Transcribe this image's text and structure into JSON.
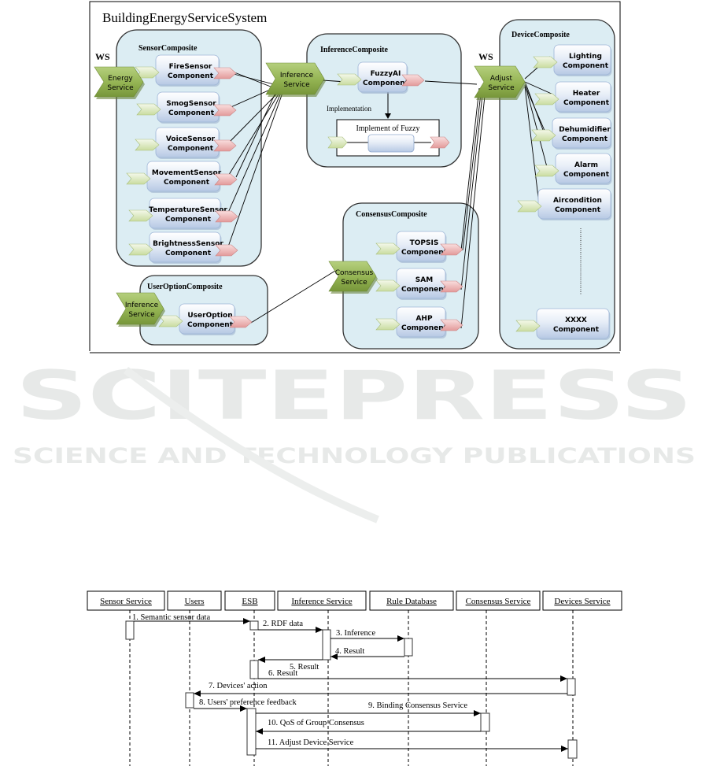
{
  "architecture": {
    "system_title": "BuildingEnergyServiceSystem",
    "ws_labels": [
      "WS",
      "WS"
    ],
    "services": {
      "energy": [
        "Energy",
        "Service"
      ],
      "inference": [
        "Inference",
        "Service"
      ],
      "adjust": [
        "Adjust",
        "Service"
      ],
      "consensus": [
        "Consensus",
        "Service"
      ],
      "user_inference": [
        "Inference",
        "Service"
      ]
    },
    "composites": {
      "sensor": {
        "title": "SensorComposite",
        "components": [
          [
            "FireSensor",
            "Component"
          ],
          [
            "SmogSensor",
            "Component"
          ],
          [
            "VoiceSensor",
            "Component"
          ],
          [
            "MovementSensor",
            "Component"
          ],
          [
            "TemperatureSensor",
            "Component"
          ],
          [
            "BrightnessSensor",
            "Component"
          ]
        ]
      },
      "inference": {
        "title": "InferenceComposite",
        "component": [
          "FuzzyAI",
          "Component"
        ],
        "implementation_label": "Implementation",
        "implement_box_title": "Implement of Fuzzy"
      },
      "consensus": {
        "title": "ConsensusComposite",
        "components": [
          [
            "TOPSIS",
            "Component"
          ],
          [
            "SAM",
            "Component"
          ],
          [
            "AHP",
            "Component"
          ]
        ]
      },
      "device": {
        "title": "DeviceComposite",
        "components": [
          [
            "Lighting",
            "Component"
          ],
          [
            "Heater",
            "Component"
          ],
          [
            "Dehumidifier",
            "Component"
          ],
          [
            "Alarm",
            "Component"
          ],
          [
            "Aircondition",
            "Component"
          ],
          [
            "XXXX",
            "Component"
          ]
        ]
      },
      "user_option": {
        "title": "UserOptionComposite",
        "component": [
          "UserOption",
          "Component"
        ]
      }
    }
  },
  "watermark": {
    "main": "SCITEPRESS",
    "sub": "SCIENCE AND TECHNOLOGY PUBLICATIONS"
  },
  "sequence": {
    "lifelines": [
      "Sensor Service",
      "Users",
      "ESB",
      "Inference Service",
      "Rule Database",
      "Consensus Service",
      "Devices Service"
    ],
    "messages": [
      "1. Semantic sensor data",
      "2. RDF data",
      "3. Inference",
      "4. Result",
      "5. Result",
      "6. Result",
      "7. Devices' action",
      "8. Users' preference feedback",
      "9. Binding Consensus Service",
      "10. QoS of Group Consensus",
      "11. Adjust Device Service"
    ]
  },
  "colors": {
    "composite_fill": "#dcedf3",
    "component_top": "#ffffff",
    "component_bottom": "#bccde6",
    "service_green": "#9bbb59",
    "service_green_dark": "#76923c",
    "port_in": "#e4efcf",
    "port_out": "#f2b8b8"
  }
}
